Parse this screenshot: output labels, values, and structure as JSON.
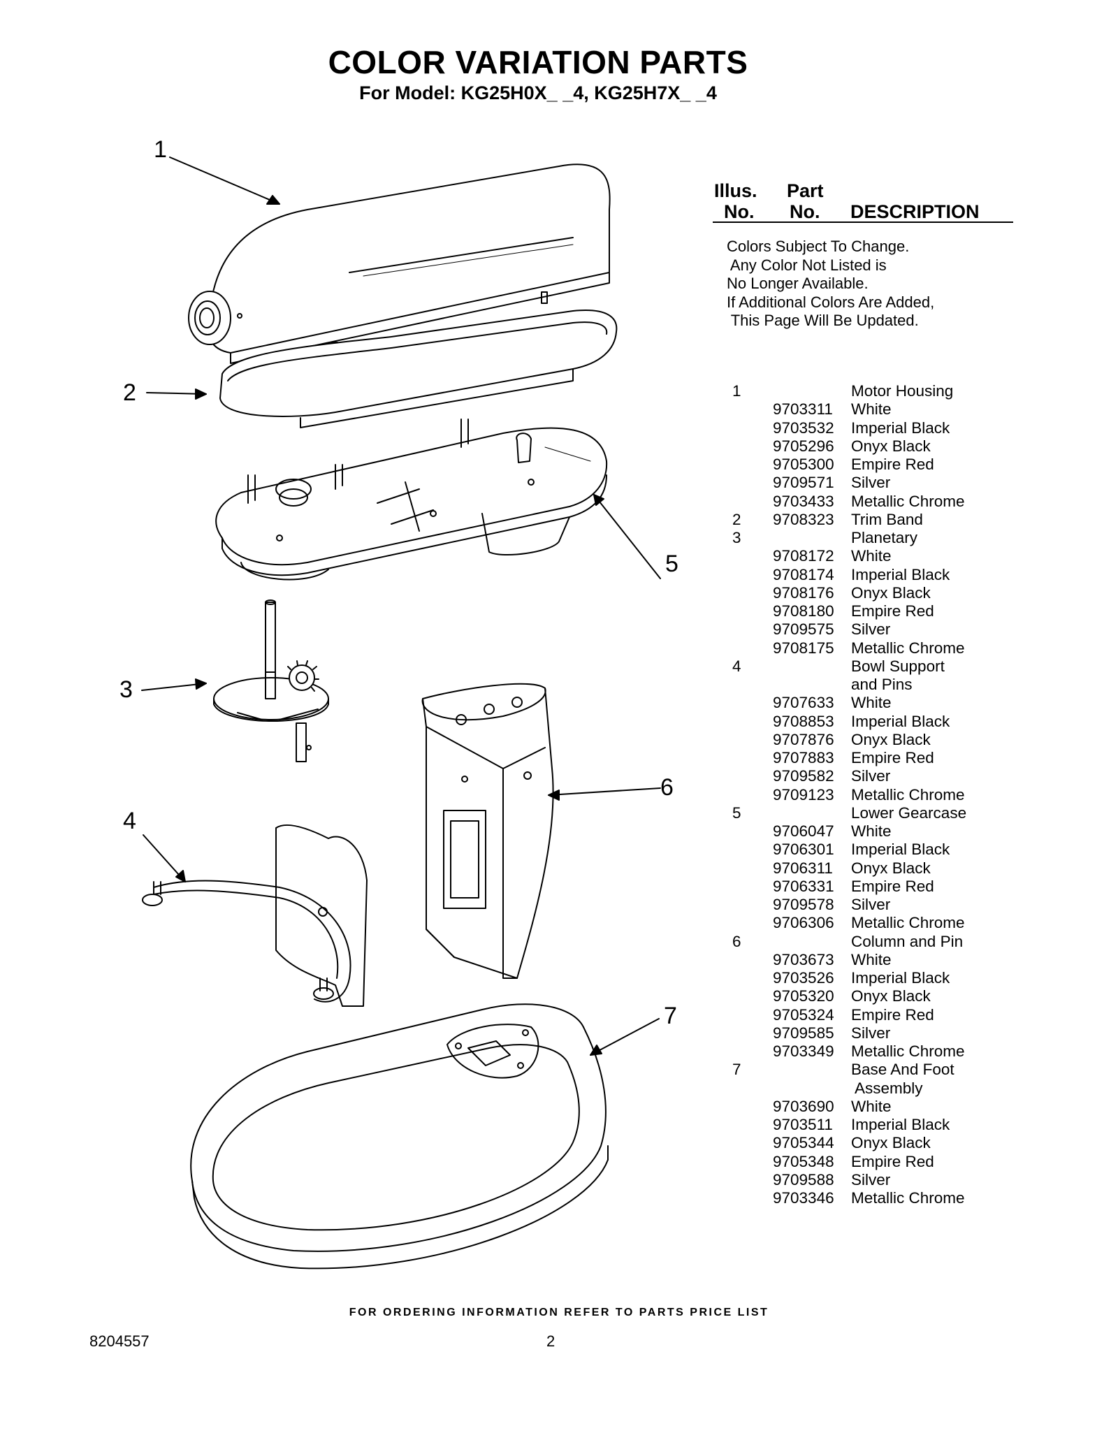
{
  "header": {
    "title": "COLOR VARIATION PARTS",
    "subtitle": "For Model: KG25H0X_ _4, KG25H7X_ _4"
  },
  "diagram": {
    "callouts": [
      "1",
      "2",
      "3",
      "4",
      "5",
      "6",
      "7"
    ]
  },
  "table": {
    "col_illus": [
      "Illus.",
      "No."
    ],
    "col_part": [
      "Part",
      "No."
    ],
    "col_desc": "DESCRIPTION",
    "note_lines": [
      "Colors Subject To Change.",
      " Any Color Not Listed is",
      "No Longer Available.",
      "If Additional Colors Are Added,",
      " This Page Will Be Updated."
    ],
    "rows": [
      {
        "illus": "1",
        "part": "",
        "desc": "Motor Housing"
      },
      {
        "illus": "",
        "part": "9703311",
        "desc": "White"
      },
      {
        "illus": "",
        "part": "9703532",
        "desc": "Imperial Black"
      },
      {
        "illus": "",
        "part": "9705296",
        "desc": "Onyx Black"
      },
      {
        "illus": "",
        "part": "9705300",
        "desc": "Empire Red"
      },
      {
        "illus": "",
        "part": "9709571",
        "desc": "Silver"
      },
      {
        "illus": "",
        "part": "9703433",
        "desc": "Metallic Chrome"
      },
      {
        "illus": "2",
        "part": "9708323",
        "desc": "Trim Band"
      },
      {
        "illus": "3",
        "part": "",
        "desc": "Planetary"
      },
      {
        "illus": "",
        "part": "9708172",
        "desc": "White"
      },
      {
        "illus": "",
        "part": "9708174",
        "desc": "Imperial Black"
      },
      {
        "illus": "",
        "part": "9708176",
        "desc": "Onyx Black"
      },
      {
        "illus": "",
        "part": "9708180",
        "desc": "Empire Red"
      },
      {
        "illus": "",
        "part": "9709575",
        "desc": "Silver"
      },
      {
        "illus": "",
        "part": "9708175",
        "desc": "Metallic Chrome"
      },
      {
        "illus": "4",
        "part": "",
        "desc": "Bowl Support"
      },
      {
        "illus": "",
        "part": "",
        "desc": "and Pins"
      },
      {
        "illus": "",
        "part": "9707633",
        "desc": "White"
      },
      {
        "illus": "",
        "part": "9708853",
        "desc": "Imperial Black"
      },
      {
        "illus": "",
        "part": "9707876",
        "desc": "Onyx Black"
      },
      {
        "illus": "",
        "part": "9707883",
        "desc": "Empire Red"
      },
      {
        "illus": "",
        "part": "9709582",
        "desc": "Silver"
      },
      {
        "illus": "",
        "part": "9709123",
        "desc": "Metallic Chrome"
      },
      {
        "illus": "5",
        "part": "",
        "desc": "Lower Gearcase"
      },
      {
        "illus": "",
        "part": "9706047",
        "desc": "White"
      },
      {
        "illus": "",
        "part": "9706301",
        "desc": "Imperial Black"
      },
      {
        "illus": "",
        "part": "9706311",
        "desc": "Onyx Black"
      },
      {
        "illus": "",
        "part": "9706331",
        "desc": "Empire Red"
      },
      {
        "illus": "",
        "part": "9709578",
        "desc": "Silver"
      },
      {
        "illus": "",
        "part": "9706306",
        "desc": "Metallic Chrome"
      },
      {
        "illus": "6",
        "part": "",
        "desc": "Column and Pin"
      },
      {
        "illus": "",
        "part": "9703673",
        "desc": "White"
      },
      {
        "illus": "",
        "part": "9703526",
        "desc": "Imperial Black"
      },
      {
        "illus": "",
        "part": "9705320",
        "desc": "Onyx Black"
      },
      {
        "illus": "",
        "part": "9705324",
        "desc": "Empire Red"
      },
      {
        "illus": "",
        "part": "9709585",
        "desc": "Silver"
      },
      {
        "illus": "",
        "part": "9703349",
        "desc": "Metallic Chrome"
      },
      {
        "illus": "7",
        "part": "",
        "desc": "Base And Foot"
      },
      {
        "illus": "",
        "part": "",
        "desc": " Assembly"
      },
      {
        "illus": "",
        "part": "9703690",
        "desc": "White"
      },
      {
        "illus": "",
        "part": "9703511",
        "desc": "Imperial Black"
      },
      {
        "illus": "",
        "part": "9705344",
        "desc": "Onyx Black"
      },
      {
        "illus": "",
        "part": "9705348",
        "desc": "Empire Red"
      },
      {
        "illus": "",
        "part": "9709588",
        "desc": "Silver"
      },
      {
        "illus": "",
        "part": "9703346",
        "desc": "Metallic Chrome"
      }
    ]
  },
  "footer": {
    "ordering_note": "FOR ORDERING INFORMATION REFER TO PARTS PRICE LIST",
    "document_number": "8204557",
    "page_number": "2"
  }
}
